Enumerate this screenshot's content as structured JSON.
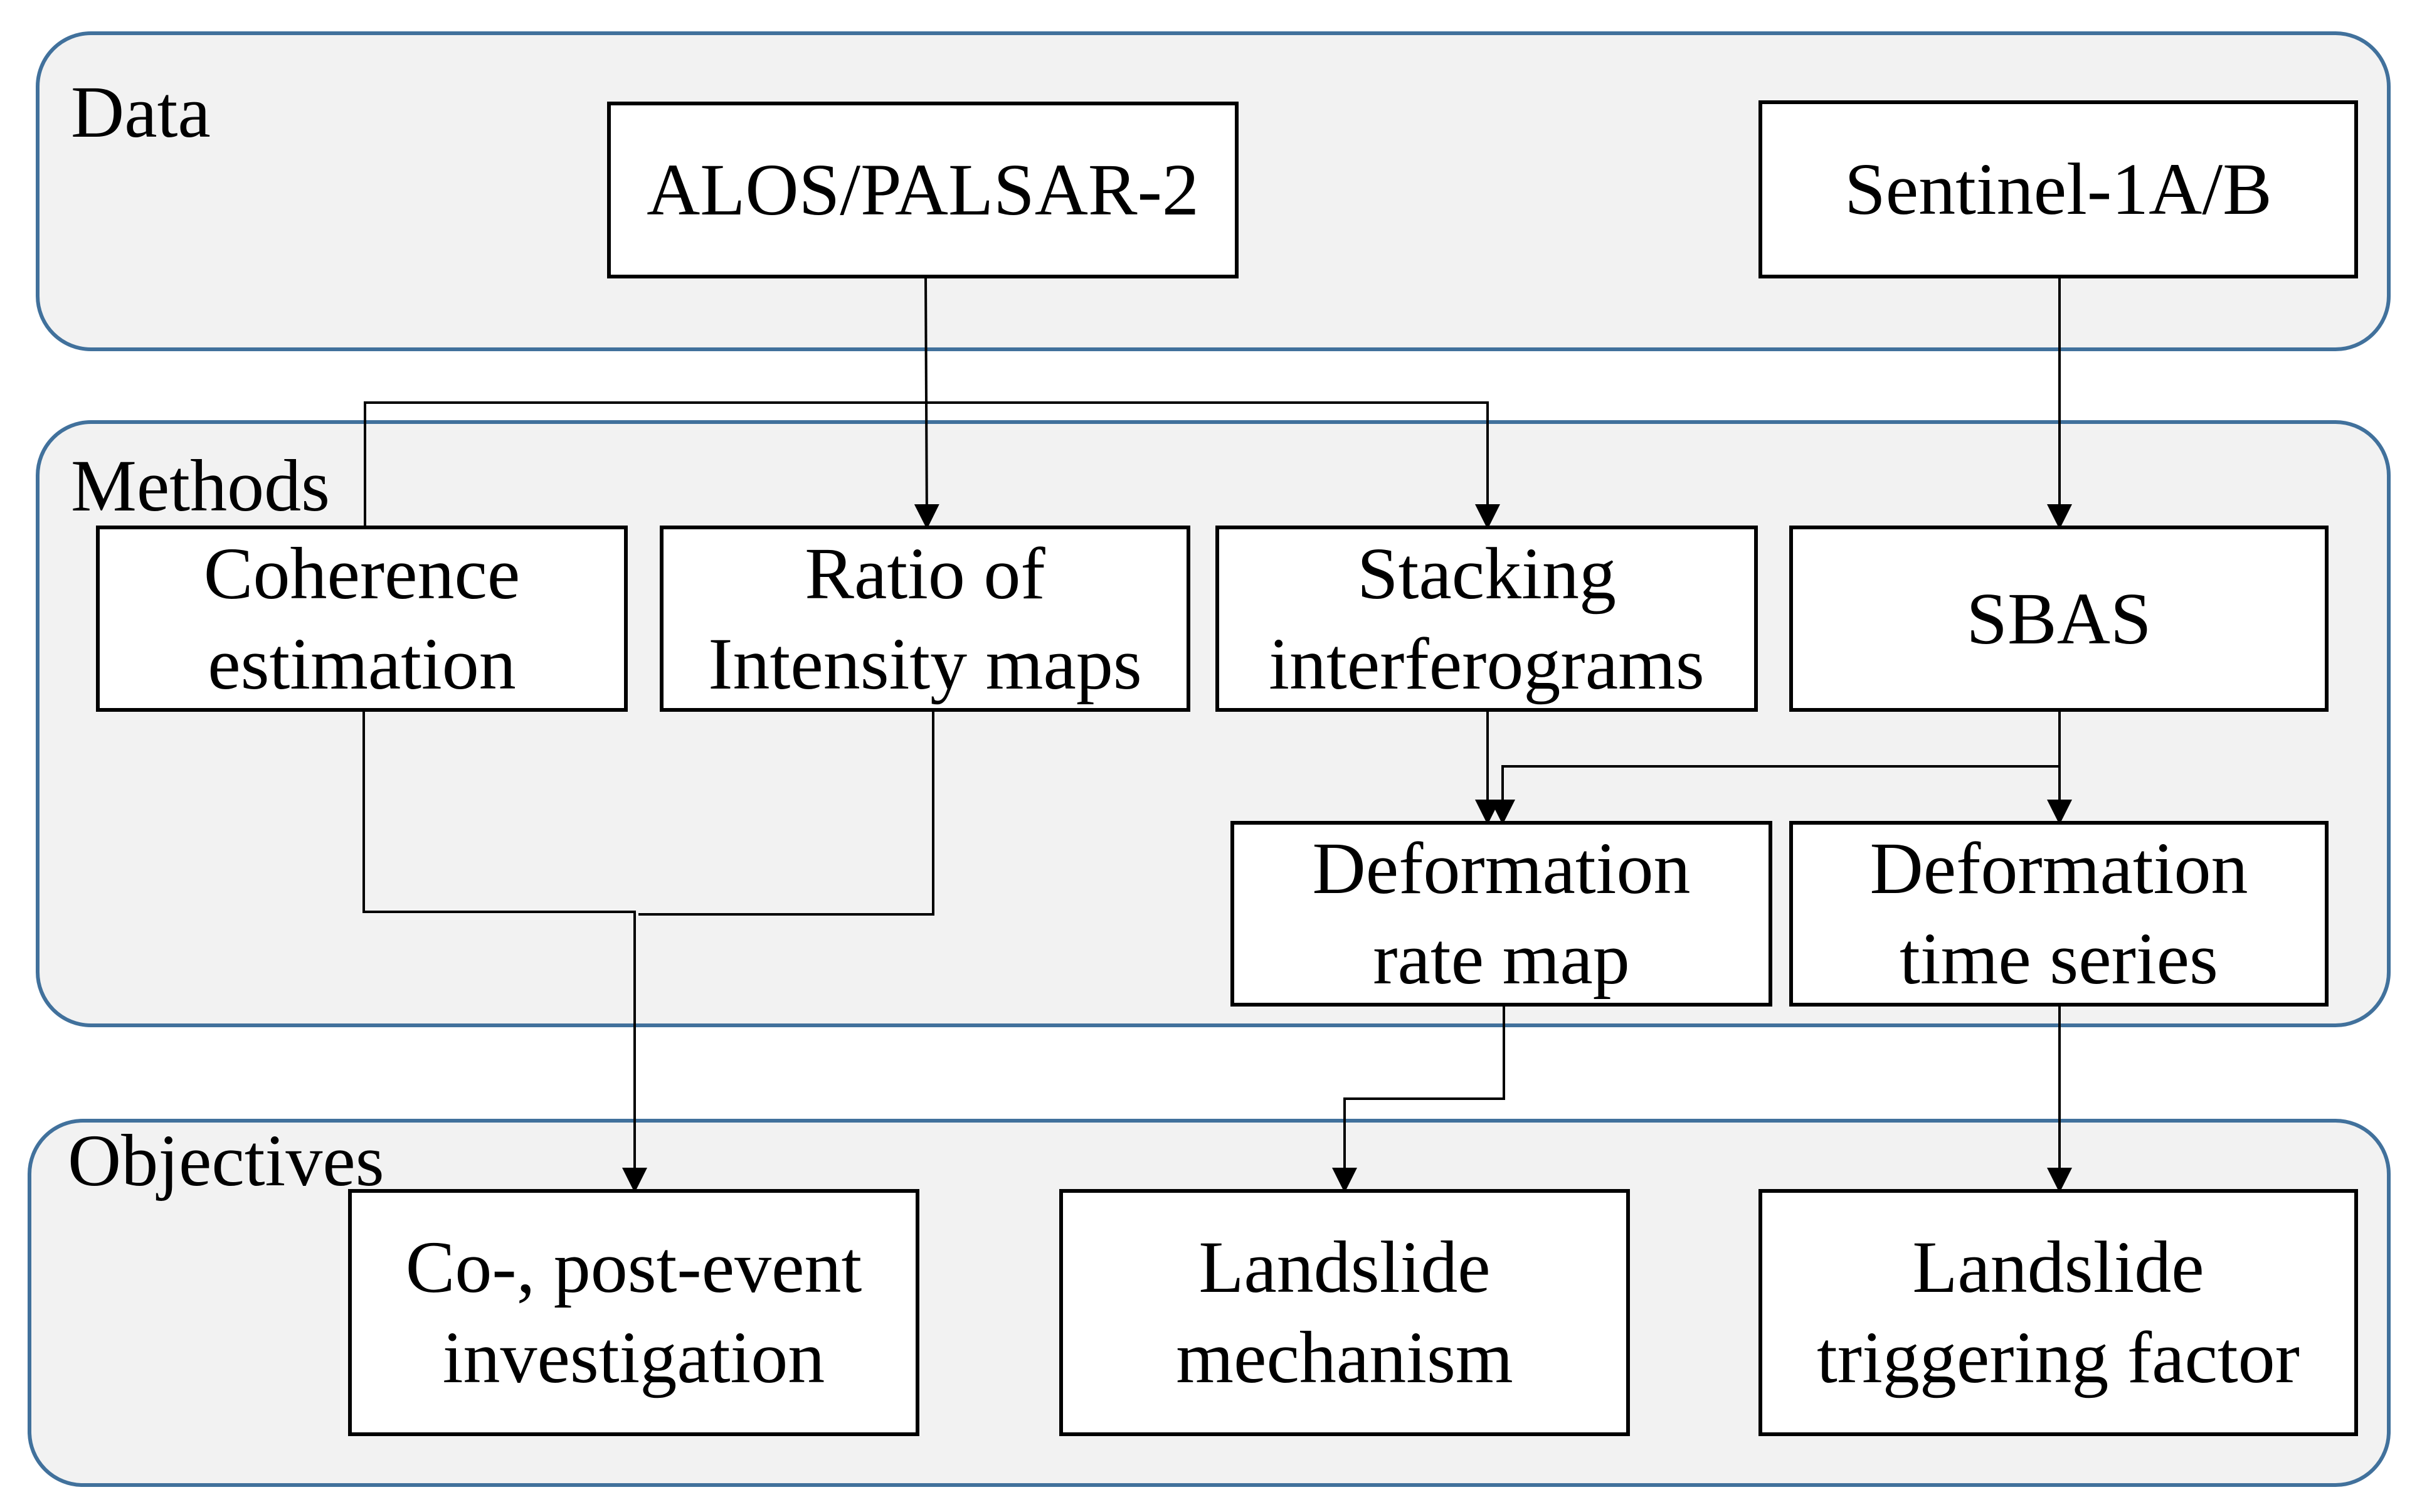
{
  "panels": {
    "data": {
      "label": "Data"
    },
    "methods": {
      "label": "Methods"
    },
    "objectives": {
      "label": "Objectives"
    }
  },
  "nodes": {
    "alos": "ALOS/PALSAR-2",
    "sentinel": "Sentinel-1A/B",
    "coherence": "Coherence\nestimation",
    "ratio": "Ratio of\nIntensity maps",
    "stacking": "Stacking\ninterferograms",
    "sbas": "SBAS",
    "rate_map": "Deformation\nrate map",
    "time_series": "Deformation\ntime series",
    "investigation": "Co-, post-event\ninvestigation",
    "mechanism": "Landslide\nmechanism",
    "trigger": "Landslide\ntriggering factor"
  },
  "colors": {
    "panel_fill": "#f2f2f2",
    "panel_border": "#41719c",
    "node_border": "#000000",
    "edge": "#000000"
  }
}
